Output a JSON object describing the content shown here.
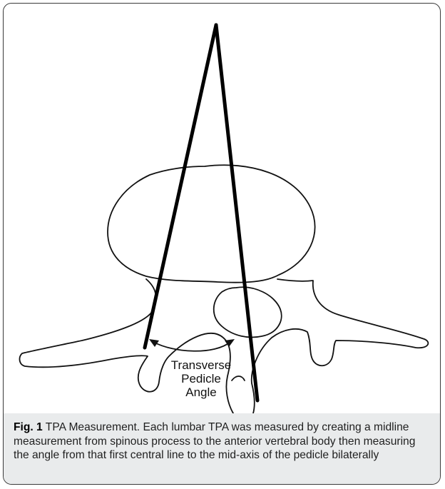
{
  "figure": {
    "label_lines": [
      "Transverse",
      "Pedicle",
      "Angle"
    ]
  },
  "caption": {
    "label": "Fig. 1",
    "text": "TPA Measurement. Each lumbar TPA was measured by creating a midline measurement from spinous process to the anterior vertebral body then measuring the angle from that first central line to the mid-axis of the pedicle bilaterally"
  }
}
